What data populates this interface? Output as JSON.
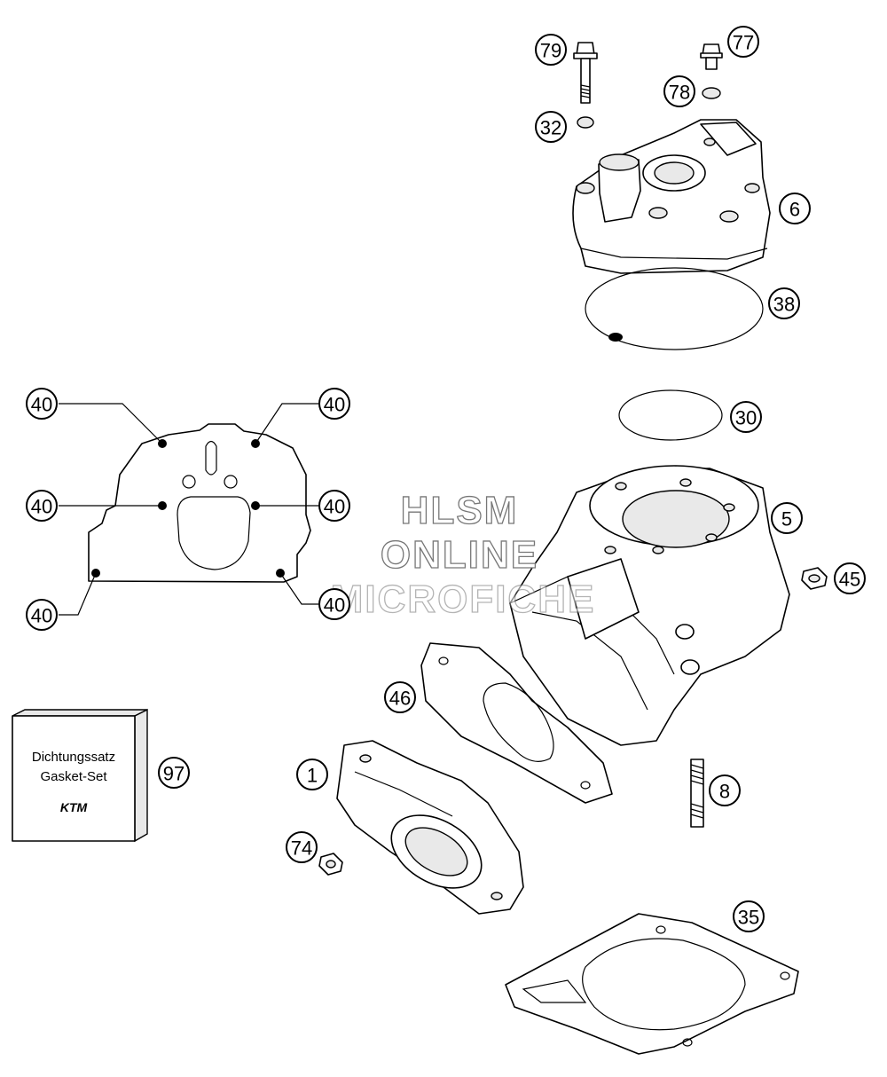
{
  "callouts": {
    "c79": "79",
    "c77": "77",
    "c78": "78",
    "c32": "32",
    "c6": "6",
    "c38": "38",
    "c30": "30",
    "c5": "5",
    "c45": "45",
    "c46": "46",
    "c8": "8",
    "c1": "1",
    "c74": "74",
    "c35": "35",
    "c97": "97",
    "c40a": "40",
    "c40b": "40",
    "c40c": "40",
    "c40d": "40",
    "c40e": "40",
    "c40f": "40"
  },
  "gasket_set_box": {
    "line1": "Dichtungssatz",
    "line2": "Gasket-Set",
    "logo": "KTM"
  },
  "watermark": {
    "line1": "HLSM",
    "line2": "ONLINE",
    "line3": "MICROFICHE"
  }
}
